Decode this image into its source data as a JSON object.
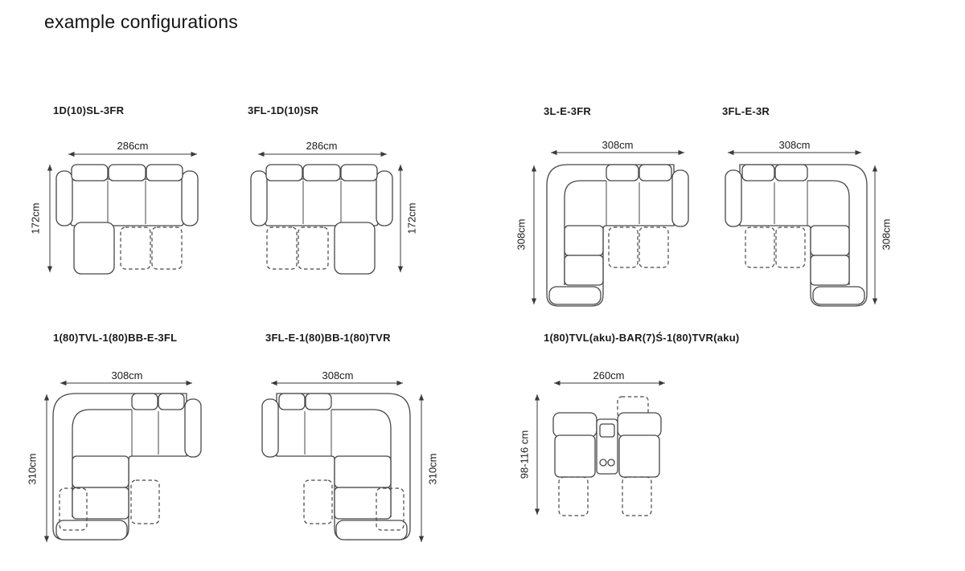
{
  "page": {
    "title": "example configurations"
  },
  "configurations": [
    {
      "label": "1D(10)SL-3FR",
      "width": "286cm",
      "height": "172cm"
    },
    {
      "label": "3FL-1D(10)SR",
      "width": "286cm",
      "height": "172cm"
    },
    {
      "label": "3L-E-3FR",
      "width": "308cm",
      "height": "308cm"
    },
    {
      "label": "3FL-E-3R",
      "width": "308cm",
      "height": "308cm"
    },
    {
      "label": "1(80)TVL-1(80)BB-E-3FL",
      "width": "308cm",
      "height": "310cm"
    },
    {
      "label": "3FL-E-1(80)BB-1(80)TVR",
      "width": "308cm",
      "height": "310cm"
    },
    {
      "label": "1(80)TVL(aku)-BAR(7)Ś-1(80)TVR(aku)",
      "width": "260cm",
      "height": "98-116 cm"
    }
  ],
  "diagram": {
    "line_color": "#474747"
  }
}
